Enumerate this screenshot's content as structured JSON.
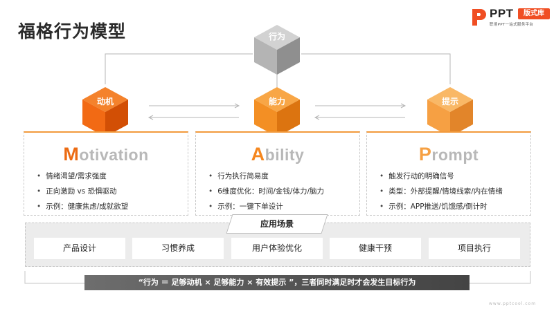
{
  "title": "福格行为模型",
  "brand": {
    "name": "PPT",
    "badge": "版式库",
    "tagline": "职场PPT一站式服务平台",
    "url": "www.pptcool.com"
  },
  "top_node": {
    "label": "行为"
  },
  "nodes": [
    {
      "label": "动机",
      "word_first": "M",
      "word_rest": "otivation",
      "bullets": [
        "情绪渴望/需求强度",
        "正向激励 vs 恐惧驱动",
        "示例：健康焦虑/成就欲望"
      ]
    },
    {
      "label": "能力",
      "word_first": "A",
      "word_rest": "bility",
      "bullets": [
        "行为执行简易度",
        "6维度优化：时间/金钱/体力/脑力",
        "示例：一键下单设计"
      ]
    },
    {
      "label": "提示",
      "word_first": "P",
      "word_rest": "rompt",
      "bullets": [
        "触发行动的明确信号",
        "类型：外部提醒/情境线索/内在情绪",
        "示例：APP推送/饥饿感/倒计时"
      ]
    }
  ],
  "scenes": {
    "title": "应用场景",
    "items": [
      "产品设计",
      "习惯养成",
      "用户体验优化",
      "健康干预",
      "项目执行"
    ]
  },
  "formula": "“行为 ＝ 足够动机 × 足够能力 × 有效提示 ”，三者同时满足时才会发生目标行为",
  "colors": {
    "accent_dark": "#ec6b13",
    "accent_mid": "#f5871f",
    "accent_light": "#f6a043",
    "neutral": "#a8a8a8",
    "brand": "#f04e23"
  }
}
